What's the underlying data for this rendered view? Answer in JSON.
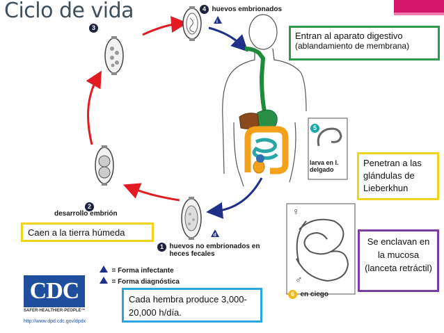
{
  "title": "Ciclo de vida",
  "stage4": {
    "number": "4",
    "label": "huevos embrionados"
  },
  "stage3": {
    "number": "3"
  },
  "stage2": {
    "number": "2",
    "label": "desarrollo embrión"
  },
  "stage1": {
    "number": "1",
    "label": "huevos no embrionados en heces fecales"
  },
  "stage5": {
    "number": "5",
    "label": "larva en I. delgado"
  },
  "stage6": {
    "number": "6",
    "label": "en ciego"
  },
  "markers": {
    "infective": "i",
    "diagnostic": "d"
  },
  "legend": {
    "infective": "= Forma infectante",
    "diagnostic": "= Forma diagnóstica"
  },
  "boxes": {
    "digestive": {
      "line1": "Entran al aparato digestivo",
      "line2": "(ablandamiento de membrana)"
    },
    "glands": "Penetran a las glándulas de Lieberkhun",
    "soil": "Caen a la tierra húmeda",
    "mucosa": "Se enclavan en la mucosa (lanceta retráctil)",
    "female": "Cada hembra produce 3,000-20,000 h/día."
  },
  "sex_symbols": {
    "female": "♀",
    "male": "♂"
  },
  "cdc": {
    "logo": "CDC",
    "tagline": "SAFER·HEALTHIER·PEOPLE™",
    "url": "http://www.dpd.cdc.gov/dpdx"
  },
  "colors": {
    "arrow_red": "#e21b23",
    "arrow_blue": "#1f2f8a",
    "title": "#3d4f5e",
    "accent_pink": "#d6166b",
    "green_box": "#2e9a4c",
    "yellow_box": "#f1d31a",
    "purple_box": "#7a3ea0",
    "cyan_box": "#2aa7e0",
    "cdc_blue": "#1e4e9d"
  }
}
